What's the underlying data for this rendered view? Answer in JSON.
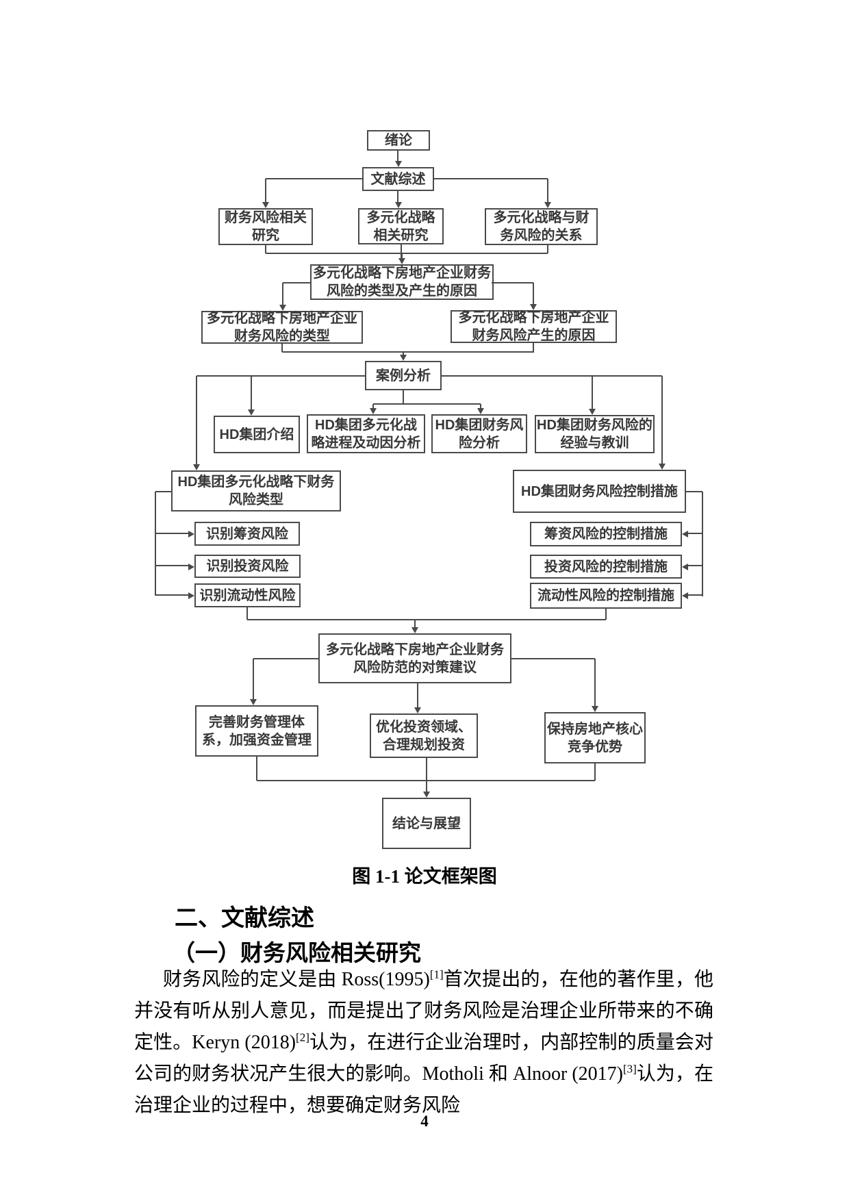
{
  "theme": {
    "line_color": "#4a4a4a",
    "node_text_color": "#383838",
    "body_text_color": "#000000",
    "background": "#ffffff"
  },
  "figure": {
    "caption": "图 1-1 论文框架图",
    "nodes": [
      {
        "id": "introduction",
        "label": "绪论"
      },
      {
        "id": "literature-review",
        "label": "文献综述"
      },
      {
        "id": "financial-risk-research",
        "label": "财务风险相关研究"
      },
      {
        "id": "diversification-research",
        "label": "多元化战略相关研究"
      },
      {
        "id": "relation-research",
        "label": "多元化战略与财务风险的关系"
      },
      {
        "id": "risk-types-and-causes",
        "label": "多元化战略下房地产企业财务风险的类型及产生的原因"
      },
      {
        "id": "risk-types",
        "label": "多元化战略下房地产企业财务风险的类型"
      },
      {
        "id": "risk-causes",
        "label": "多元化战略下房地产企业财务风险产生的原因"
      },
      {
        "id": "case-analysis",
        "label": "案例分析"
      },
      {
        "id": "hd-introduction",
        "label": "HD集团介绍"
      },
      {
        "id": "hd-diversification-process",
        "label": "HD集团多元化战略进程及动因分析"
      },
      {
        "id": "hd-risk-analysis",
        "label": "HD集团财务风险分析"
      },
      {
        "id": "hd-experience-lessons",
        "label": "HD集团财务风险的经验与教训"
      },
      {
        "id": "hd-risk-types",
        "label": "HD集团多元化战略下财务风险类型"
      },
      {
        "id": "hd-risk-control",
        "label": "HD集团财务风险控制措施"
      },
      {
        "id": "identify-financing-risk",
        "label": "识别筹资风险"
      },
      {
        "id": "financing-risk-control",
        "label": "筹资风险的控制措施"
      },
      {
        "id": "identify-investment-risk",
        "label": "识别投资风险"
      },
      {
        "id": "investment-risk-control",
        "label": "投资风险的控制措施"
      },
      {
        "id": "identify-liquidity-risk",
        "label": "识别流动性风险"
      },
      {
        "id": "liquidity-risk-control",
        "label": "流动性风险的控制措施"
      },
      {
        "id": "countermeasures",
        "label": "多元化战略下房地产企业财务风险防范的对策建议"
      },
      {
        "id": "improve-financial-mgmt",
        "label": "完善财务管理体系，加强资金管理"
      },
      {
        "id": "optimize-investment",
        "label": "优化投资领域、合理规划投资"
      },
      {
        "id": "maintain-competitiveness",
        "label": "保持房地产核心竞争优势"
      },
      {
        "id": "conclusion-outlook",
        "label": "结论与展望"
      }
    ]
  },
  "sections": {
    "heading1": "二、文献综述",
    "heading2": "（一）财务风险相关研究"
  },
  "paragraph": {
    "seg1": "财务风险的定义是由 Ross(1995)",
    "cite1": "[1]",
    "seg2": "首次提出的，在他的著作里，他并没有听从别人意见，而是提出了财务风险是治理企业所带来的不确定性。Keryn (2018)",
    "cite2": "[2]",
    "seg3": "认为，在进行企业治理时，内部控制的质量会对公司的财务状况产生很大的影响。Motholi 和 Alnoor (2017)",
    "cite3": "[3]",
    "seg4": "认为，在治理企业的过程中，想要确定财务风险"
  },
  "page": {
    "number": "4"
  }
}
